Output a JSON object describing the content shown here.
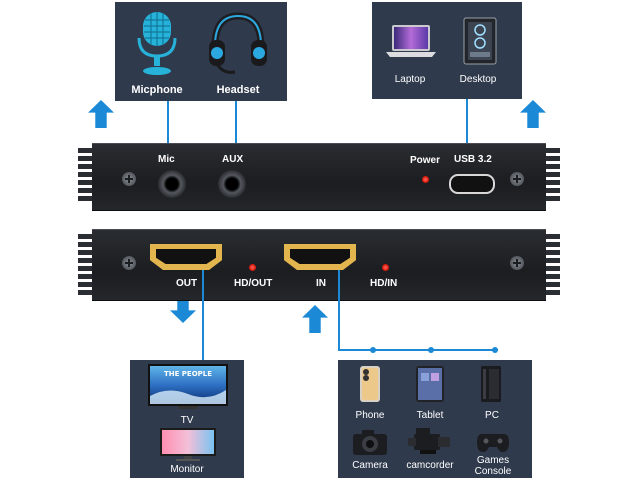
{
  "top_left_panel": {
    "items": [
      {
        "label": "Micphone",
        "icon": "microphone-icon"
      },
      {
        "label": "Headset",
        "icon": "headset-icon"
      }
    ]
  },
  "top_right_panel": {
    "items": [
      {
        "label": "Laptop",
        "icon": "laptop-icon"
      },
      {
        "label": "Desktop",
        "icon": "desktop-tower-icon"
      }
    ]
  },
  "top_device": {
    "labels": {
      "mic": "Mic",
      "aux": "AUX",
      "power": "Power",
      "usb": "USB 3.2"
    }
  },
  "bottom_device": {
    "labels": {
      "out": "OUT",
      "hd_out": "HD/OUT",
      "in": "IN",
      "hd_in": "HD/IN"
    }
  },
  "bottom_left_panel": {
    "items": [
      {
        "label": "TV",
        "icon": "tv-icon",
        "screen_text": "THE PEOPLE"
      },
      {
        "label": "Monitor",
        "icon": "monitor-icon"
      }
    ]
  },
  "bottom_right_panel": {
    "items": [
      {
        "label": "Phone",
        "icon": "phone-icon"
      },
      {
        "label": "Tablet",
        "icon": "tablet-icon"
      },
      {
        "label": "PC",
        "icon": "pc-tower-icon"
      },
      {
        "label": "Camera",
        "icon": "camera-icon"
      },
      {
        "label": "camcorder",
        "icon": "camcorder-icon"
      },
      {
        "label": "Games Console",
        "icon": "game-console-icon"
      }
    ]
  },
  "colors": {
    "panel": "#2f3a4c",
    "accent": "#1b89d6",
    "hdmi_gold": "#e3b54e",
    "led": "#d81c10",
    "device": "#1f2226"
  }
}
